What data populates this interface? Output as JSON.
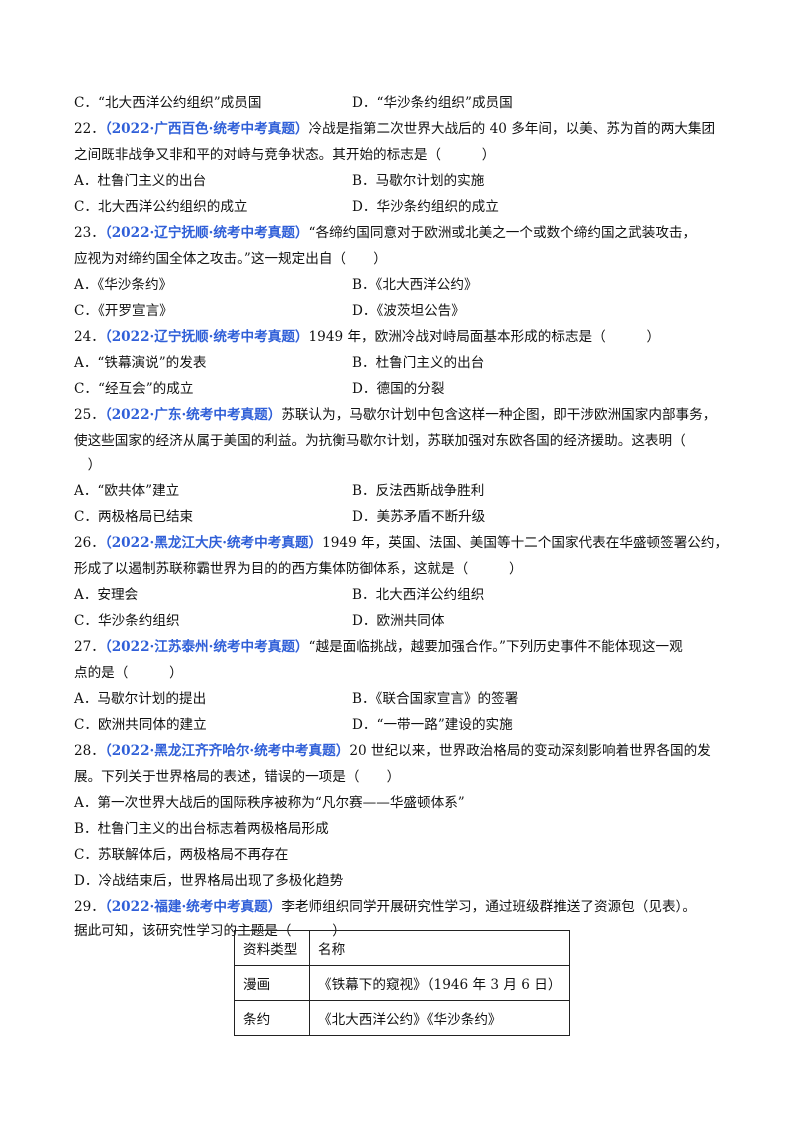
{
  "q21_tail": {
    "optC": "C．“北大西洋公约组织”成员国",
    "optD": "D．“华沙条约组织”成员国"
  },
  "q22": {
    "num": "22．",
    "tag": "（2022·广西百色·统考中考真题）",
    "stem1": "冷战是指第二次世界大战后的 40 多年间，以美、苏为首的两大集团",
    "stem2": "之间既非战争又非和平的对峙与竞争状态。其开始的标志是（　　　）",
    "optA": "A．杜鲁门主义的出台",
    "optB": "B．马歇尔计划的实施",
    "optC": "C．北大西洋公约组织的成立",
    "optD": "D．华沙条约组织的成立"
  },
  "q23": {
    "num": "23．",
    "tag": "（2022·辽宁抚顺·统考中考真题）",
    "stem1": "“各缔约国同意对于欧洲或北美之一个或数个缔约国之武装攻击，",
    "stem2": "应视为对缔约国全体之攻击。”这一规定出自（　　）",
    "optA": "A．《华沙条约》",
    "optB": "B．《北大西洋公约》",
    "optC": "C．《开罗宣言》",
    "optD": "D．《波茨坦公告》"
  },
  "q24": {
    "num": "24．",
    "tag": "（2022·辽宁抚顺·统考中考真题）",
    "stem1": "1949 年，欧洲冷战对峙局面基本形成的标志是（　　　）",
    "optA": "A．“铁幕演说”的发表",
    "optB": "B．杜鲁门主义的出台",
    "optC": "C．“经互会”的成立",
    "optD": "D．德国的分裂"
  },
  "q25": {
    "num": "25．",
    "tag": "（2022·广东·统考中考真题）",
    "stem1": "苏联认为，马歇尔计划中包含这样一种企图，即干涉欧洲国家内部事务，",
    "stem2": "使这些国家的经济从属于美国的利益。为抗衡马歇尔计划，苏联加强对东欧各国的经济援助。这表明（",
    "stem3": "　）",
    "optA": "A．“欧共体”建立",
    "optB": "B．反法西斯战争胜利",
    "optC": "C．两极格局已结束",
    "optD": "D．美苏矛盾不断升级"
  },
  "q26": {
    "num": "26．",
    "tag": "（2022·黑龙江大庆·统考中考真题）",
    "stem1": "1949 年，英国、法国、美国等十二个国家代表在华盛顿签署公约，",
    "stem2": "形成了以遏制苏联称霸世界为目的的西方集体防御体系，这就是（　　　）",
    "optA": "A．安理会",
    "optB": "B．北大西洋公约组织",
    "optC": "C．华沙条约组织",
    "optD": "D．欧洲共同体"
  },
  "q27": {
    "num": "27．",
    "tag": "（2022·江苏泰州·统考中考真题）",
    "stem1": "“越是面临挑战，越要加强合作。”下列历史事件不能体现这一观",
    "stem2": "点的是（　　　）",
    "optA": "A．马歇尔计划的提出",
    "optB": "B．《联合国家宣言》的签署",
    "optC": "C．欧洲共同体的建立",
    "optD": "D．“一带一路”建设的实施"
  },
  "q28": {
    "num": "28．",
    "tag": "（2022·黑龙江齐齐哈尔·统考中考真题）",
    "stem1": "20 世纪以来，世界政治格局的变动深刻影响着世界各国的发",
    "stem2": "展。下列关于世界格局的表述，错误的一项是（　　）",
    "optA": "A．第一次世界大战后的国际秩序被称为“凡尔赛——华盛顿体系”",
    "optB": "B．杜鲁门主义的出台标志着两极格局形成",
    "optC": "C．苏联解体后，两极格局不再存在",
    "optD": "D．冷战结束后，世界格局出现了多极化趋势"
  },
  "q29": {
    "num": "29．",
    "tag": "（2022·福建·统考中考真题）",
    "stem1": "李老师组织同学开展研究性学习，通过班级群推送了资源包（见表）。",
    "stem2": "据此可知，该研究性学习的主题是（　　　）",
    "table": {
      "headers": [
        "资料类型",
        "名称"
      ],
      "rows": [
        [
          "漫画",
          "《铁幕下的窥视》（1946 年 3 月 6 日）"
        ],
        [
          "条约",
          "《北大西洋公约》《华沙条约》"
        ]
      ]
    }
  }
}
